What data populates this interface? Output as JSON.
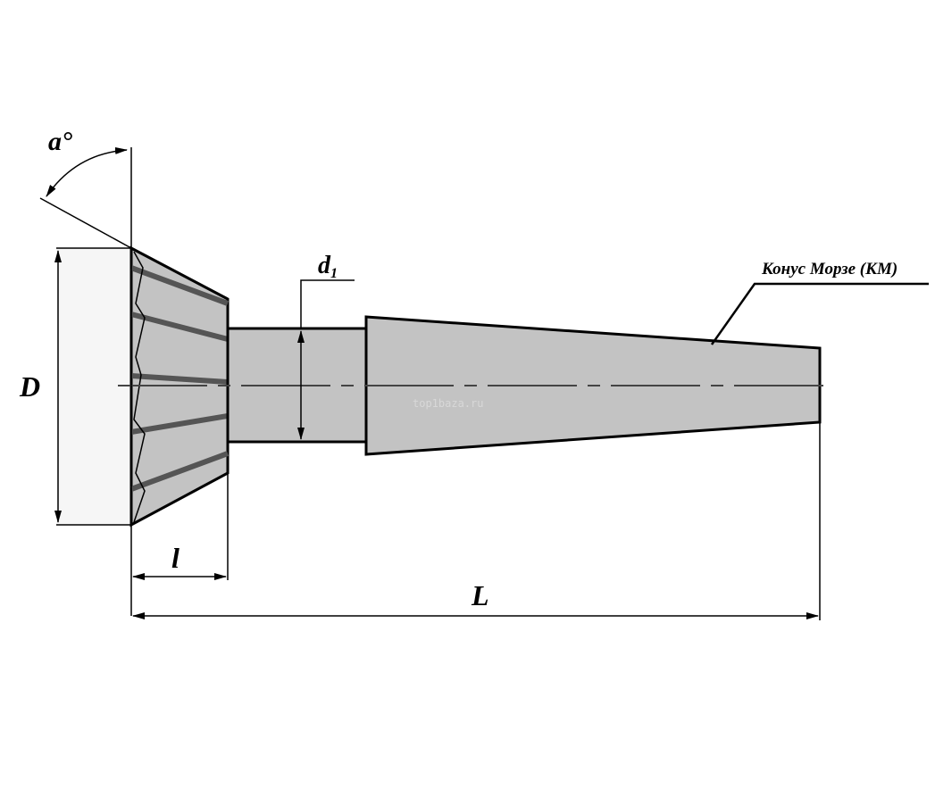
{
  "drawing": {
    "labels": {
      "angle": "a°",
      "diameter": "D",
      "neck_diameter": "d",
      "neck_diameter_sub": "1",
      "cutting_length": "l",
      "total_length": "L",
      "shank_callout": "Конус Морзе (КМ)"
    },
    "watermark": "top1baza.ru",
    "colors": {
      "body": "#c3c3c3",
      "teeth": "#555555",
      "face": "#f6f6f6",
      "line": "#000000"
    }
  }
}
